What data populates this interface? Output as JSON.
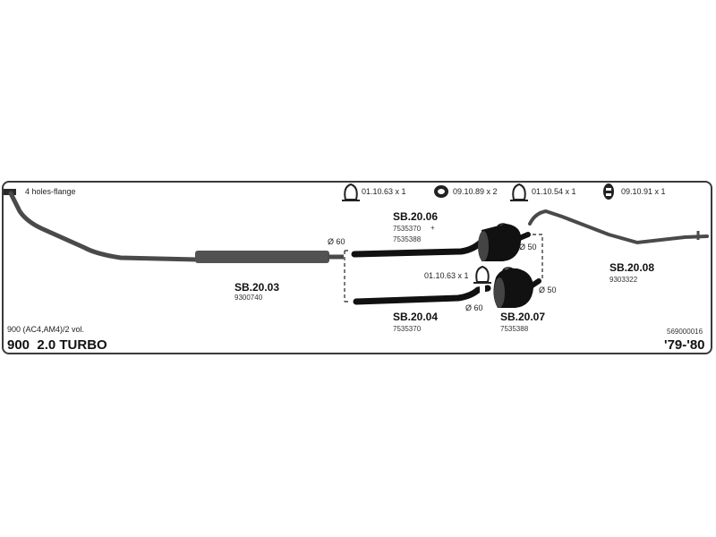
{
  "diagram": {
    "flange_note": "4 holes-flange",
    "hangers": [
      {
        "ref": "01.10.63 x 1",
        "icon": "ring-hanger-icon"
      },
      {
        "ref": "09.10.89 x 2",
        "icon": "rubber-mount-icon"
      },
      {
        "ref": "01.10.54 x 1",
        "icon": "ring-hanger-icon"
      },
      {
        "ref": "09.10.91 x 1",
        "icon": "rubber-block-icon"
      }
    ],
    "parts": {
      "front_pipe": {
        "code": "SB.20.03",
        "number": "9300740"
      },
      "upper_pipe": {
        "code": "SB.20.06",
        "number": "7535370",
        "plus": "+",
        "number2": "7535388"
      },
      "lower_pipe": {
        "code": "SB.20.04",
        "number": "7535370"
      },
      "rear_silencer": {
        "code": "SB.20.07",
        "number": "7535388"
      },
      "tail_pipe": {
        "code": "SB.20.08",
        "number": "9303322"
      }
    },
    "diameters": {
      "inlet": "Ø 60",
      "upper_outlet": "Ø 50",
      "lower_outlet": "Ø 50",
      "lower_inlet": "Ø 60"
    },
    "middle_hanger": "01.10.63 x 1",
    "variant_note": "900 (AC4,AM4)/2 vol.",
    "model": "900  2.0 TURBO",
    "catalog_number": "569000016",
    "years": "'79-'80"
  }
}
